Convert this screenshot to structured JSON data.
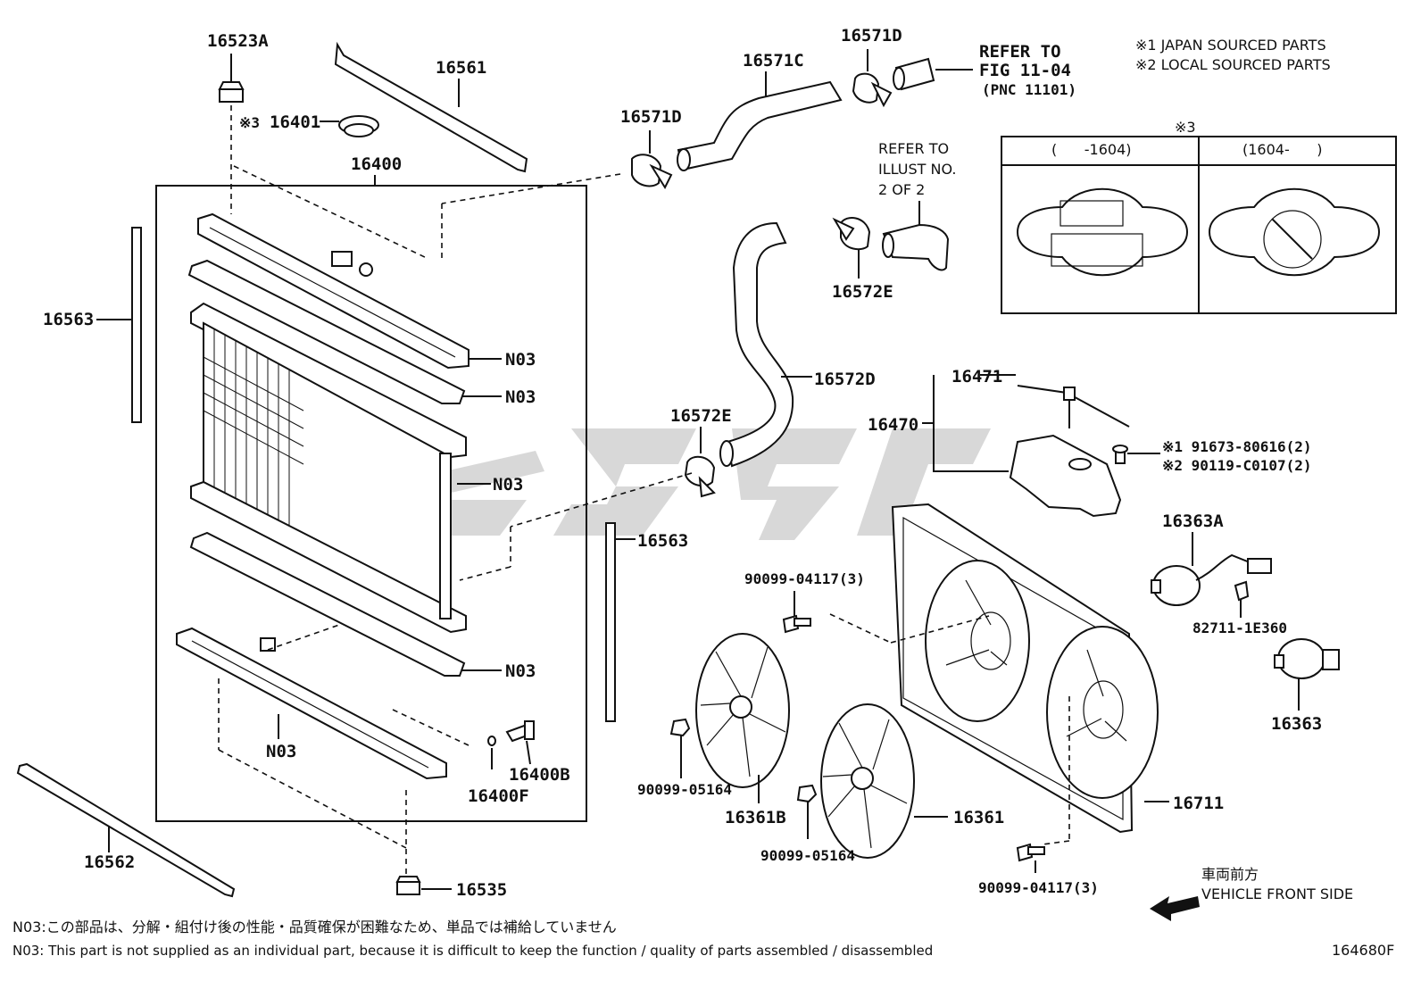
{
  "labels": {
    "p16523A": "16523A",
    "p16561": "16561",
    "p16401": "16401",
    "mark3_16401": "※3",
    "p16400": "16400",
    "p16563_left": "16563",
    "n03_1": "N03",
    "n03_2": "N03",
    "n03_3": "N03",
    "n03_4": "N03",
    "n03_5": "N03",
    "p16400B": "16400B",
    "p16400F": "16400F",
    "p16562": "16562",
    "p16535": "16535",
    "p16571D_top": "16571D",
    "p16571C": "16571C",
    "p16571D_left": "16571D",
    "refer_fig_1": "REFER TO",
    "refer_fig_2": "FIG 11-04",
    "refer_fig_3": "(PNC 11101)",
    "refer_illust_1": "REFER TO",
    "refer_illust_2": "ILLUST NO.",
    "refer_illust_3": "2 OF 2",
    "p16572E_top": "16572E",
    "p16572D": "16572D",
    "p16572E_mid": "16572E",
    "p16563_mid": "16563",
    "p16471": "16471",
    "p16470": "16470",
    "bolt_1": "※1 91673-80616(2)",
    "bolt_2": "※2 90119-C0107(2)",
    "p16363A": "16363A",
    "p82711": "82711-1E360",
    "p16363": "16363",
    "p90099_04117_a": "90099-04117(3)",
    "p90099_05164_a": "90099-05164",
    "p16361B": "16361B",
    "p90099_05164_b": "90099-05164",
    "p16361": "16361",
    "p16711": "16711",
    "p90099_04117_b": "90099-04117(3)"
  },
  "legend": {
    "line1": "※1 JAPAN SOURCED PARTS",
    "line2": "※2 LOCAL SOURCED PARTS"
  },
  "inset": {
    "mark": "※3",
    "left_header": "(      -1604)",
    "right_header": "(1604-      )"
  },
  "direction": {
    "jp": "車両前方",
    "en": "VEHICLE FRONT SIDE"
  },
  "notes": {
    "jp": "N03:この部品は、分解・組付け後の性能・品質確保が困難なため、単品では補給していません",
    "en": "N03: This part is not supplied as an individual part, because it is difficult to keep the function / quality of parts assembled / disassembled"
  },
  "figure_id": "164680F"
}
